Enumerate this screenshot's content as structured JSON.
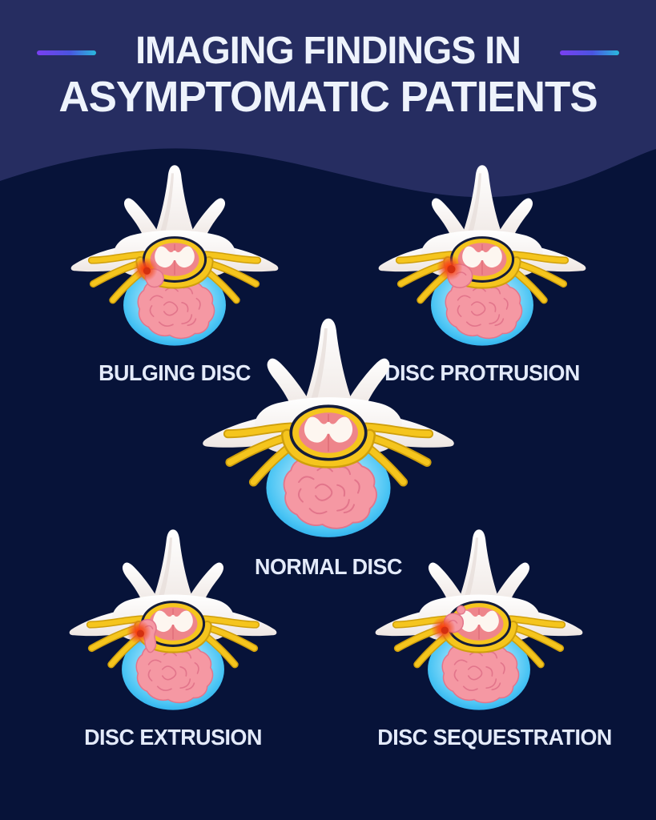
{
  "header": {
    "title_line1": "IMAGING FINDINGS IN",
    "title_line2": "ASYMPTOMATIC PATIENTS"
  },
  "colors": {
    "background": "#071339",
    "header_background": "#262d61",
    "title_text": "#eef3fc",
    "label_text": "#e3eafa",
    "accent_gradient_start": "#7a3ff2",
    "accent_gradient_end": "#29b9dd",
    "bone_white": "#f7f2ef",
    "disc_blue": "#3fc0f4",
    "nucleus_pink": "#f598a3",
    "canal_pink": "#ee858b",
    "nerve_yellow": "#f5c51d",
    "inflammation_red": "#e8401f"
  },
  "figures": [
    {
      "label": "BULGING DISC",
      "variant": "bulging",
      "overlay": "#ov-bulging",
      "icon": "lumbar-vertebra-bulging-disc-illustration"
    },
    {
      "label": "DISC PROTRUSION",
      "variant": "protrusion",
      "overlay": "#ov-protrusion",
      "icon": "lumbar-vertebra-disc-protrusion-illustration"
    },
    {
      "label": "NORMAL DISC",
      "variant": "normal",
      "overlay": "#ov-none",
      "icon": "lumbar-vertebra-normal-disc-illustration"
    },
    {
      "label": "DISC EXTRUSION",
      "variant": "extrusion",
      "overlay": "#ov-extrusion",
      "icon": "lumbar-vertebra-disc-extrusion-illustration"
    },
    {
      "label": "DISC SEQUESTRATION",
      "variant": "sequestration",
      "overlay": "#ov-sequestration",
      "icon": "lumbar-vertebra-disc-sequestration-illustration"
    }
  ]
}
